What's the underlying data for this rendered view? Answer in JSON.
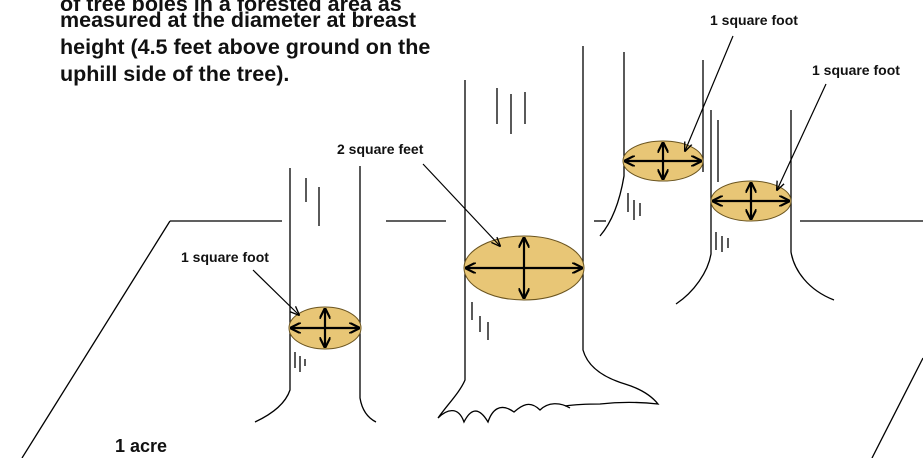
{
  "description": {
    "lines": [
      "of tree boles in a forested area as",
      "measured at the diameter at breast",
      "height (4.5 feet above ground on the",
      "uphill side of the tree)."
    ]
  },
  "labels": {
    "tree_small_left": "1 square foot",
    "tree_large": "2 square feet",
    "tree_top_left": "1 square foot",
    "tree_top_right": "1 square foot",
    "area": "1 acre"
  },
  "colors": {
    "disk_fill": "#e8c676",
    "line": "#000000",
    "text": "#111111"
  }
}
